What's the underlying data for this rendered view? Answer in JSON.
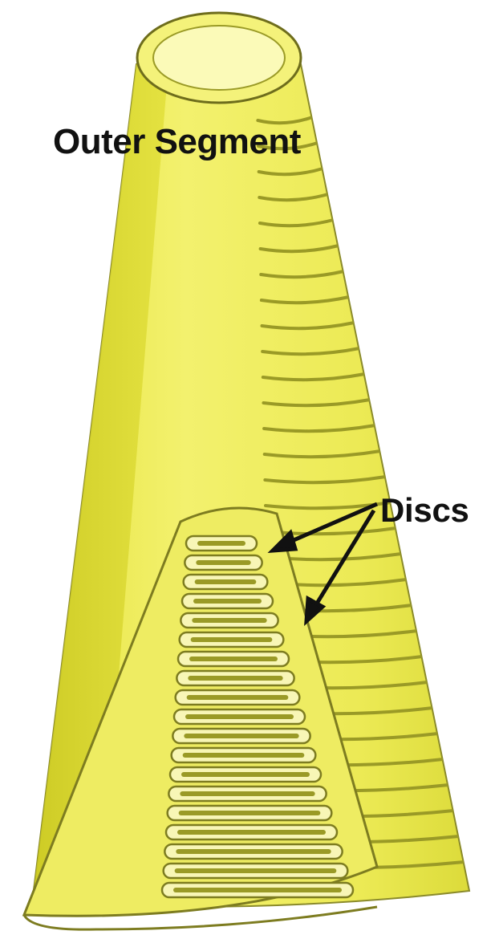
{
  "labels": {
    "title": "Outer Segment",
    "pointer": "Discs"
  },
  "colors": {
    "cone_light": "#f2f06a",
    "cone_mid": "#e0df3c",
    "cone_dark": "#b8b71a",
    "band": "#9a9a26",
    "outline": "#7d7c20",
    "inner": "#f8f6b6",
    "arrow": "#111111"
  },
  "counts": {
    "outer_bands": 30,
    "disc_folds": 19
  }
}
